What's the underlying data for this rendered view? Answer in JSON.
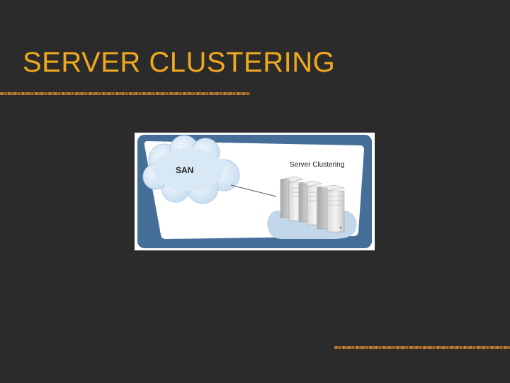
{
  "slide": {
    "title": "SERVER CLUSTERING"
  },
  "figure": {
    "cloud_label": "SAN",
    "cluster_label": "Server Clustering",
    "colors": {
      "frame": "#456e99",
      "panel": "#ffffff",
      "cloud": "#d2e4f2",
      "ground": "#c3d7ea",
      "server": "#e8e8e8"
    }
  },
  "theme": {
    "background": "#2b2b2b",
    "title_color": "#f0a81e"
  }
}
